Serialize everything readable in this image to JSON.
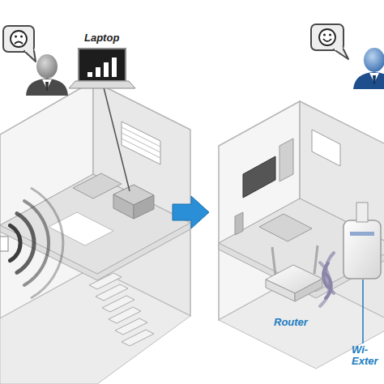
{
  "diagram": {
    "labels": [
      "Laptop",
      "Router",
      "Wi- Exter"
    ]
  }
}
